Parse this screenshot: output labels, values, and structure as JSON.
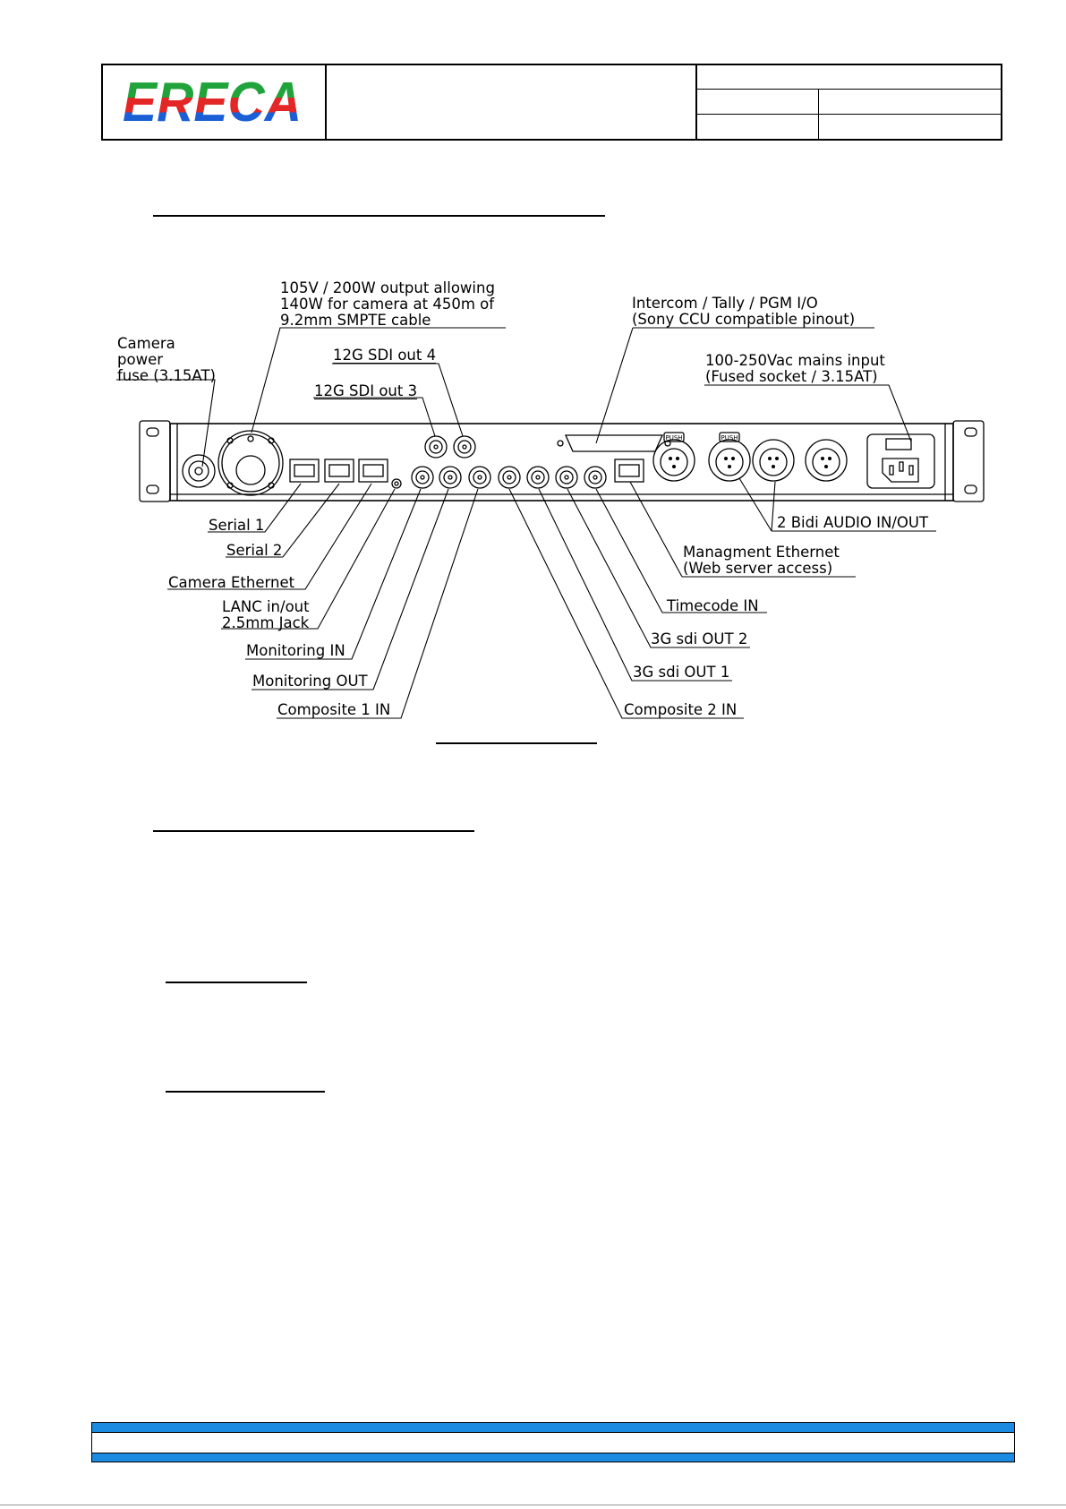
{
  "header": {
    "logo_text": "ERECA",
    "colors": {
      "green": "#1fa33a",
      "red": "#e32626",
      "blue": "#1b5fd6"
    }
  },
  "labels": {
    "output": "105V / 200W output allowing\n140W for camera at 450m of\n9.2mm SMPTE cable",
    "fuse": "Camera\npower\nfuse (3.15AT)",
    "sdi4": "12G SDI out 4",
    "sdi3": "12G SDI out 3",
    "intercom": "Intercom / Tally / PGM I/O\n(Sony CCU compatible pinout)",
    "mains": "100-250Vac mains input\n(Fused socket / 3.15AT)",
    "serial1": "Serial 1",
    "serial2": "Serial 2",
    "cam_eth": "Camera Ethernet",
    "lanc": "LANC in/out\n2.5mm Jack",
    "mon_in": "Monitoring IN",
    "mon_out": "Monitoring OUT",
    "comp1": "Composite 1 IN",
    "audio": "2 Bidi AUDIO IN/OUT",
    "mgmt_eth": "Managment Ethernet\n(Web server access)",
    "timecode": "Timecode IN",
    "sdi_out2": "3G sdi OUT 2",
    "sdi_out1": "3G sdi OUT 1",
    "comp2": "Composite 2 IN"
  },
  "connector_labels": {
    "push1": "PUSH",
    "push2": "PUSH"
  },
  "footer": {
    "accent": "#1a8be0"
  }
}
